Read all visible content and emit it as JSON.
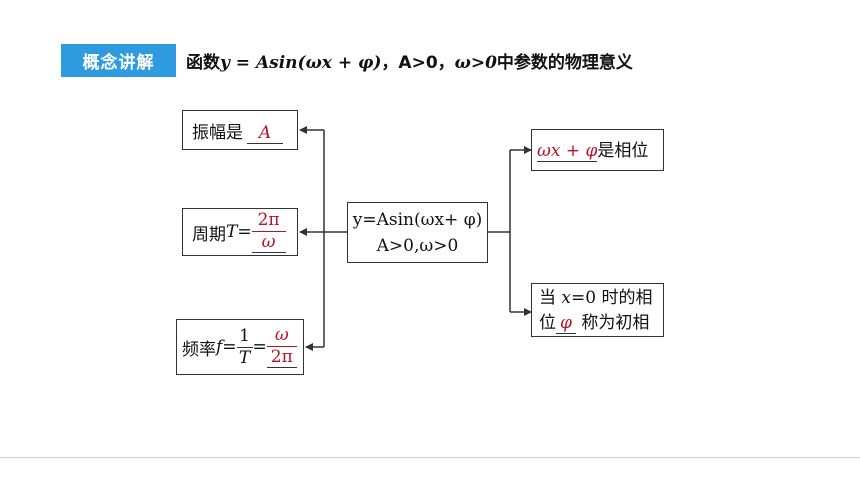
{
  "header": {
    "badge": "概念讲解",
    "title_prefix": "函数",
    "title_formula": "y = Asin(ωx + φ)",
    "title_cond1": "，A>0，",
    "title_cond2": "ω>0",
    "title_suffix": "中参数的物理意义"
  },
  "center": {
    "line1": "y=Asin(ωx+ φ)",
    "line2": "A>0,ω>0"
  },
  "left_nodes": {
    "amplitude": {
      "label": "振幅是",
      "answer": "A"
    },
    "period": {
      "label": "周期 ",
      "var": "T",
      "eq": "=",
      "num": "2π",
      "den": "ω"
    },
    "frequency": {
      "label": "频率",
      "var": "f",
      "eq1": "=",
      "num1": "1",
      "den1": "T",
      "eq2": "=",
      "num2": "ω",
      "den2": "2π"
    }
  },
  "right_nodes": {
    "phase": {
      "answer": "ωx + φ",
      "label": "是相位"
    },
    "initial_phase": {
      "line1_a": "当 ",
      "line1_var": "x",
      "line1_b": "=0 时的相",
      "line2_a": "位",
      "answer": "φ",
      "line2_b": " 称为初相"
    }
  },
  "colors": {
    "accent": "#2e9be0",
    "answer": "#b3142b",
    "line": "#333333"
  }
}
